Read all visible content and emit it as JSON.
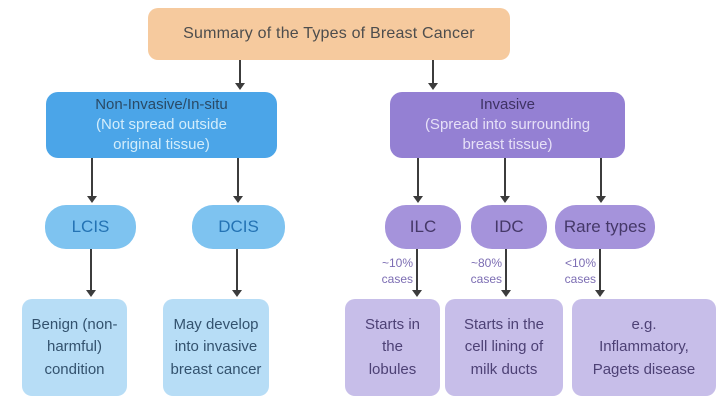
{
  "diagram": {
    "title": "Summary of the Types of Breast Cancer"
  },
  "non_invasive": {
    "title": "Non-Invasive/In-situ",
    "subtitle": "(Not spread outside\noriginal tissue)",
    "nodes": [
      {
        "label": "LCIS",
        "outcome": "Benign (non-\nharmful)\ncondition"
      },
      {
        "label": "DCIS",
        "outcome": "May develop\ninto invasive\nbreast cancer"
      }
    ]
  },
  "invasive": {
    "title": "Invasive",
    "subtitle": "(Spread into surrounding\nbreast tissue)",
    "nodes": [
      {
        "label": "ILC",
        "cases": "~10%\ncases",
        "outcome": "Starts in\nthe\nlobules"
      },
      {
        "label": "IDC",
        "cases": "~80%\ncases",
        "outcome": "Starts in the\ncell lining of\nmilk ducts"
      },
      {
        "label": "Rare types",
        "cases": "<10%\ncases",
        "outcome": "e.g.\nInflammatory,\nPagets disease"
      }
    ]
  },
  "colors": {
    "title_box": "#F6CA9E",
    "blue_main": "#4BA5E8",
    "blue_pill": "#7EC3F0",
    "blue_leaf": "#B7DDF6",
    "purple_main": "#9480D3",
    "purple_pill": "#A593DB",
    "purple_leaf": "#C7BEE9",
    "arrow": "#3C3C3C"
  }
}
